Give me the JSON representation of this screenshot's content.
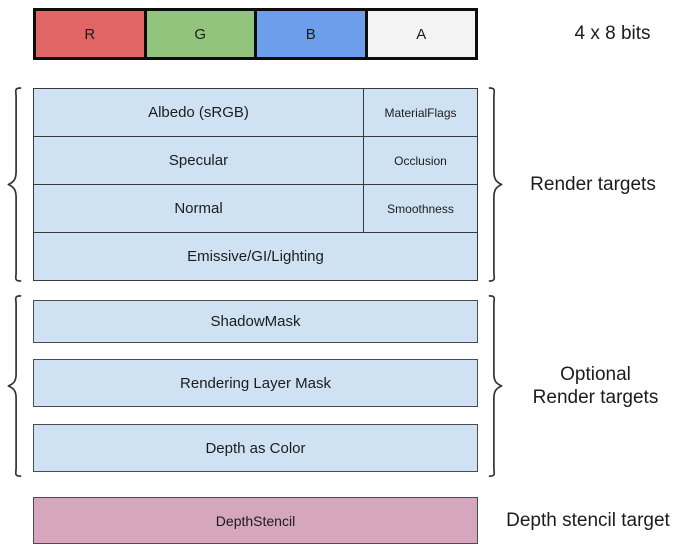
{
  "top_bar": {
    "caption": "4 x 8 bits",
    "cells": [
      {
        "label": "R",
        "color": "#E06666"
      },
      {
        "label": "G",
        "color": "#93C47D"
      },
      {
        "label": "B",
        "color": "#6D9EEB"
      },
      {
        "label": "A",
        "color": "#F3F3F3"
      }
    ]
  },
  "render_targets": {
    "label": "Render targets",
    "cell_color": "#CFE2F3",
    "rows": [
      {
        "main": "Albedo (sRGB)",
        "alpha": "MaterialFlags"
      },
      {
        "main": "Specular",
        "alpha": "Occlusion"
      },
      {
        "main": "Normal",
        "alpha": "Smoothness"
      },
      {
        "main": "Emissive/GI/Lighting"
      }
    ]
  },
  "optional_render_targets": {
    "label_line1": "Optional",
    "label_line2": "Render targets",
    "cell_color": "#CFE2F3",
    "boxes": [
      {
        "label": "ShadowMask"
      },
      {
        "label": "Rendering Layer Mask"
      },
      {
        "label": "Depth as Color"
      }
    ]
  },
  "depth_stencil": {
    "box_label": "DepthStencil",
    "side_label": "Depth stencil target",
    "color": "#D5A6BD"
  }
}
